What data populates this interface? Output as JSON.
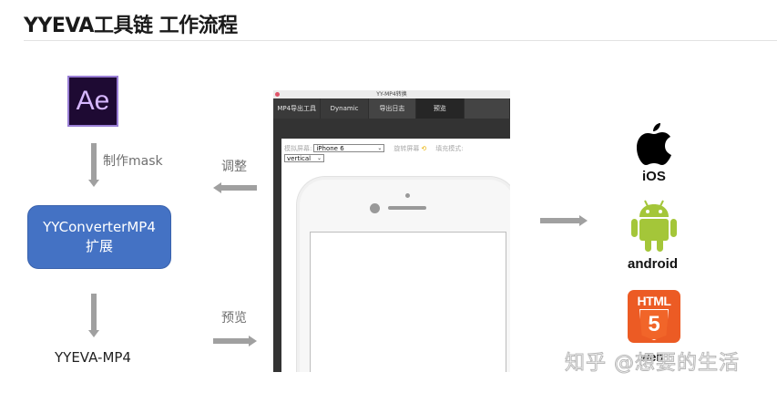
{
  "header": {
    "title": "YYEVA工具链 工作流程"
  },
  "source": {
    "ae_icon_label": "Ae",
    "step1_label": "制作mask",
    "converter_box": {
      "line1": "YYConverterMP4",
      "line2": "扩展"
    },
    "output_label": "YYEVA-MP4"
  },
  "arrows": {
    "adjust_label": "调整",
    "preview_label": "预览"
  },
  "app_window": {
    "title": "YY-MP4转换",
    "tabs": [
      {
        "label": "MP4导出工具",
        "active": false
      },
      {
        "label": "Dynamic",
        "active": false
      },
      {
        "label": "导出日志",
        "active": false
      },
      {
        "label": "预览",
        "active": true
      }
    ],
    "settings": {
      "screen_label": "模拟屏幕:",
      "device_value": "iPhone 6",
      "rotate_label": "旋转屏幕",
      "fill_label": "填充模式:",
      "orientation_value": "vertical"
    }
  },
  "platforms": [
    {
      "name": "iOS",
      "icon": "apple-icon"
    },
    {
      "name": "android",
      "icon": "android-icon"
    },
    {
      "name": "web",
      "icon": "html5-icon",
      "badge_text": "HTML",
      "badge_number": "5"
    }
  ],
  "watermark": "知乎 @想要的生活",
  "colors": {
    "converter_blue": "#4472c4",
    "arrow_gray": "#a0a0a0",
    "android_green": "#a4c639",
    "html5_orange": "#ec5b24",
    "ae_purple": "#1e0a33"
  }
}
